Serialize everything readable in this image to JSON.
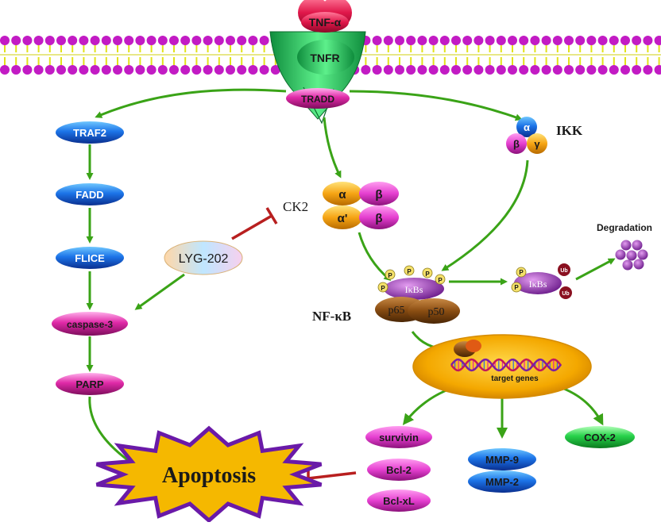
{
  "receptor": {
    "ligand": "TNF-α",
    "receptor": "TNFR",
    "adaptor": "TRADD"
  },
  "apoptosis_path": {
    "nodes": [
      "TRAF2",
      "FADD",
      "FLICE",
      "caspase-3",
      "PARP"
    ]
  },
  "drug": {
    "label": "LYG-202"
  },
  "ck2": {
    "label": "CK2",
    "subunits": [
      "α",
      "β",
      "α'",
      "β"
    ]
  },
  "ikk": {
    "label": "IKK",
    "subunits": [
      "α",
      "β",
      "γ"
    ]
  },
  "nfkb": {
    "label": "NF-κB",
    "inhibitor": "IκBs",
    "p65": "p65",
    "p50": "p50",
    "phospho": "P"
  },
  "degradation": {
    "label": "Degradation",
    "ub": "Ub",
    "inhibitor": "IκBs"
  },
  "nucleus": {
    "label": "target genes"
  },
  "targets": {
    "anti_apoptotic": [
      "survivin",
      "Bcl-2",
      "Bcl-xL"
    ],
    "mmp": [
      "MMP-9",
      "MMP-2"
    ],
    "cox": "COX-2"
  },
  "outcome": {
    "label": "Apoptosis"
  },
  "colors": {
    "arrow": "#3aa317",
    "inhibit": "#b81f1f",
    "membrane_head": "#c21bc4",
    "membrane_tail": "#e2e21a",
    "blue_node": "#1f6fe0",
    "pink_node": "#e0279e",
    "green_node": "#22cc44"
  }
}
